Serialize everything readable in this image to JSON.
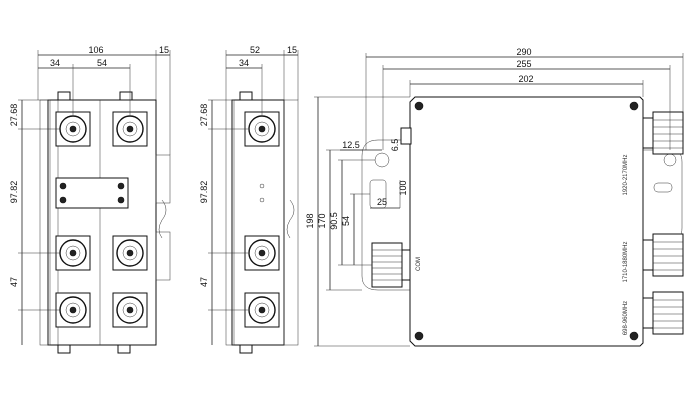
{
  "front_view": {
    "dim_width": "106",
    "dim_left": "34",
    "dim_mid": "54",
    "dim_tab": "15",
    "dim_pitch_top": "27.68",
    "dim_pitch_mid": "97.82",
    "dim_pitch_bottom": "47"
  },
  "side_view": {
    "dim_width": "52",
    "dim_left": "34",
    "dim_tab": "15",
    "dim_pitch_top": "27.68",
    "dim_pitch_mid": "97.82",
    "dim_pitch_bottom": "47"
  },
  "top_view": {
    "dim_overall": "290",
    "dim_mount": "255",
    "dim_body": "202",
    "dim_offset": "12.5",
    "dim_small": "6.5",
    "dim_slot_w": "25",
    "dim_slot_h": "100",
    "dim_h1": "198",
    "dim_h2": "170",
    "dim_h3": "90.5",
    "dim_h4": "54",
    "port_com": "COM",
    "port_1": "1920-2170MHz",
    "port_2": "1710-1880MHz",
    "port_3": "698-960MHz"
  }
}
